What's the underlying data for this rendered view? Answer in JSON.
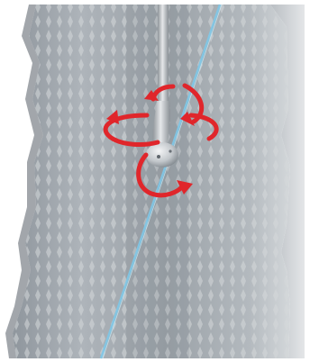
{
  "figure": {
    "description_visible_text": "",
    "elements": {
      "borehole_wall": "borehole-wall",
      "tool_rod": "tool-rod",
      "swivel_head": "swivel-head",
      "fiber_line": "optical-fiber-line",
      "rotation_arrows": [
        "upper-rotation-arrow",
        "middle-rotation-arrow",
        "lower-rotation-arrow"
      ]
    },
    "colors": {
      "wall_light": "#c9cdd1",
      "wall_mid": "#9ea4aa",
      "wall_dark": "#7e858c",
      "diamond": "#d9dde0",
      "rod": "#b9bfc4",
      "fiber": "#7fc8e8",
      "arrow": "#e0262b"
    }
  }
}
